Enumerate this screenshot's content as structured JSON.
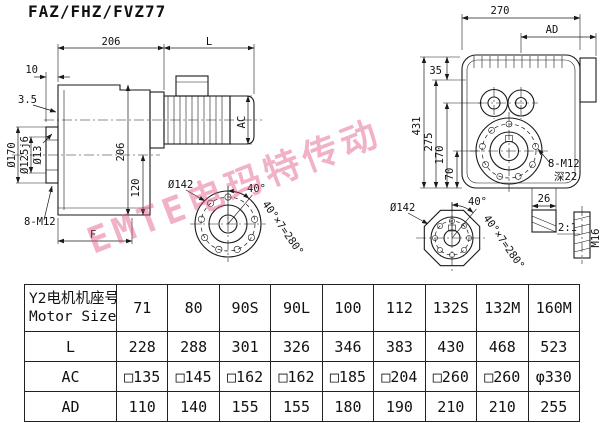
{
  "title": "FAZ/FHZ/FVZ77",
  "watermark": "EMTE电玛特传动",
  "side_view": {
    "dim_top_left": "206",
    "dim_top_right": "L",
    "dim_flange_thickness": "10",
    "dim_step": "3.5",
    "dim_motor_size": "AC",
    "dim_housing_height": "206",
    "dim_axis_height": "120",
    "dia_boss": "Ø170",
    "dia_spigot": "Ø125j6",
    "dia_bolt_hole": "Ø13",
    "bolt_note": "8-M12",
    "dim_foot": "F",
    "flange": {
      "dia": "Ø142",
      "angle": "40°",
      "angle_total": "40°×7=280°"
    }
  },
  "front_view": {
    "dim_width": "270",
    "dim_ad": "AD",
    "dim_35": "35",
    "dim_total_height": "431",
    "dim_275": "275",
    "dim_170": "170",
    "dim_70": "70",
    "bolt_note": "8-M12",
    "bolt_depth": "深22",
    "dim_26": "26",
    "detail_scale": "2:1",
    "thread": "M16",
    "flange": {
      "dia": "Ø142",
      "angle": "40°",
      "angle_total": "40°×7=280°"
    }
  },
  "table": {
    "header_cn": "Y2电机机座号",
    "header_en": "Motor Size",
    "columns": [
      "71",
      "80",
      "90S",
      "90L",
      "100",
      "112",
      "132S",
      "132M",
      "160M"
    ],
    "rows": [
      {
        "label": "L",
        "values": [
          "228",
          "288",
          "301",
          "326",
          "346",
          "383",
          "430",
          "468",
          "523"
        ]
      },
      {
        "label": "AC",
        "values": [
          "□135",
          "□145",
          "□162",
          "□162",
          "□185",
          "□204",
          "□260",
          "□260",
          "φ330"
        ]
      },
      {
        "label": "AD",
        "values": [
          "110",
          "140",
          "155",
          "155",
          "180",
          "190",
          "210",
          "210",
          "255"
        ]
      }
    ]
  }
}
